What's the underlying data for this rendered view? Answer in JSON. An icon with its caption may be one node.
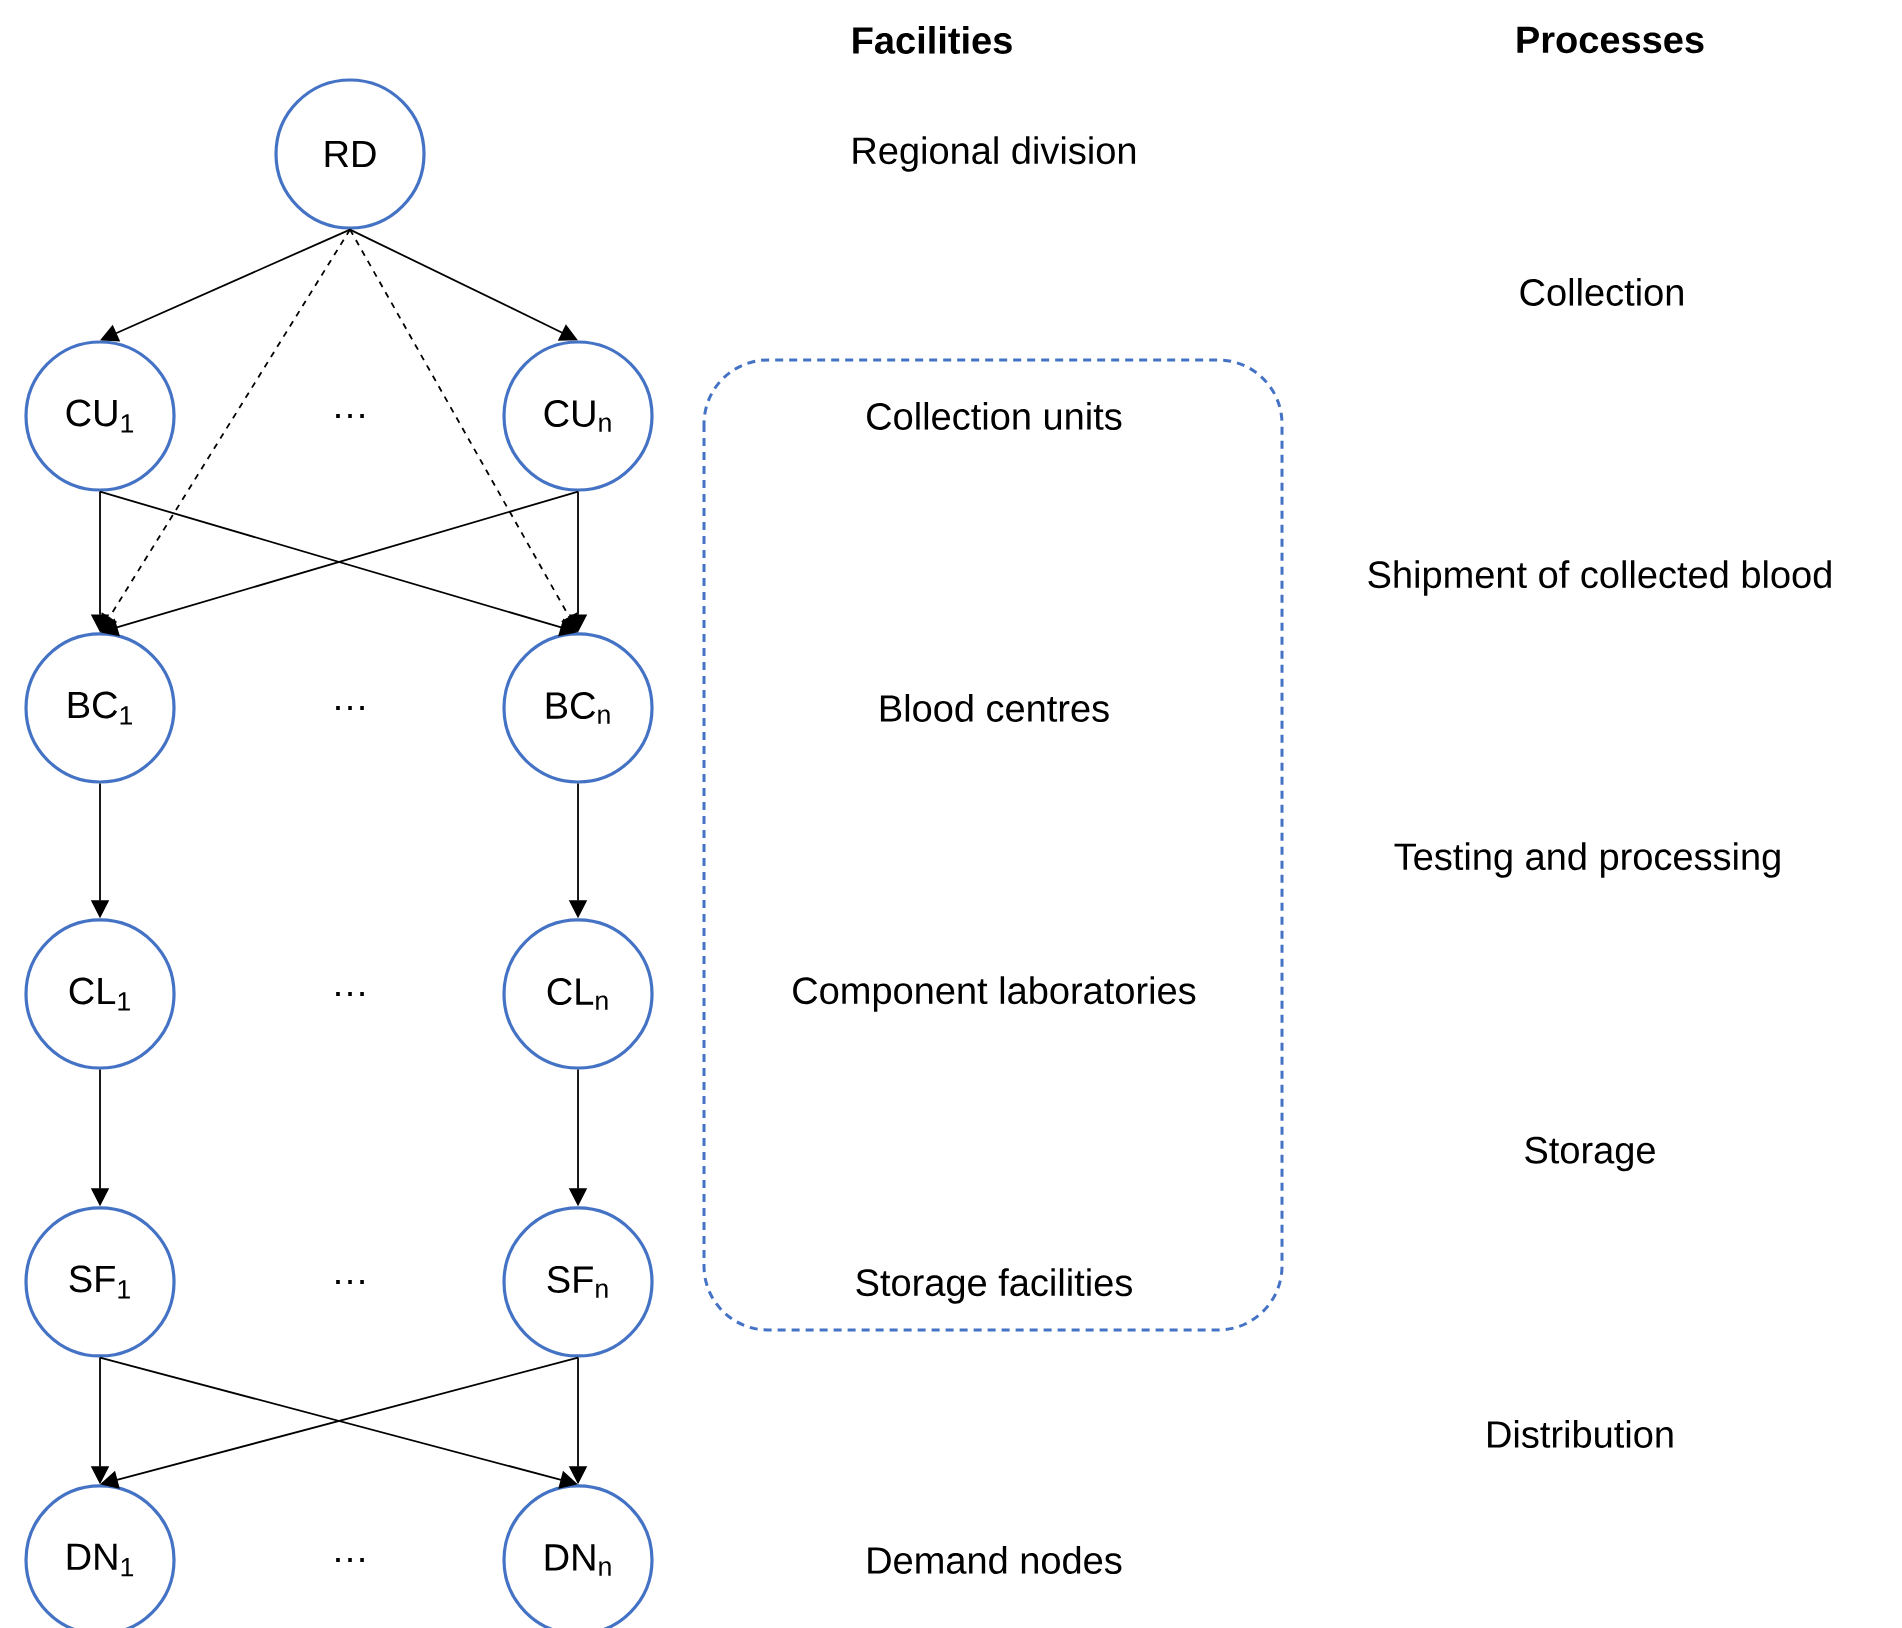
{
  "diagram": {
    "nodes": [
      {
        "text": [
          "RD"
        ]
      },
      {
        "text": [
          "CU$_{1}$"
        ]
      },
      {
        "text": [
          "CU$_{n}$"
        ]
      },
      {
        "text": [
          "BC$_{1}$"
        ]
      },
      {
        "text": [
          "BC$_{n}$"
        ]
      },
      {
        "text": [
          "CL$_{1}$"
        ]
      },
      {
        "text": [
          "CL$_{n}$"
        ]
      },
      {
        "text": [
          "SF$_{1}$"
        ]
      },
      {
        "text": [
          "SF$_{n}$"
        ]
      },
      {
        "text": [
          "DN$_{1}$"
        ]
      },
      {
        "text": [
          "DN$_{n}$"
        ]
      }
    ],
    "edges": [
      {
        "from": 0,
        "to": 1,
        "arrow": "to"
      },
      {
        "from": 0,
        "to": 2,
        "arrow": "to"
      },
      {
        "from": 0,
        "to": 3,
        "arrow": "to",
        "style": "dashed"
      },
      {
        "from": 0,
        "to": 4,
        "arrow": "to",
        "style": "dashed"
      },
      {
        "from": 1,
        "to": 3,
        "arrow": "to"
      },
      {
        "from": 1,
        "to": 4,
        "arrow": "to"
      },
      {
        "from": 2,
        "to": 3,
        "arrow": "to"
      },
      {
        "from": 2,
        "to": 4,
        "arrow": "to"
      },
      {
        "from": 3,
        "to": 5,
        "arrow": "to"
      },
      {
        "from": 4,
        "to": 6,
        "arrow": "to"
      },
      {
        "from": 5,
        "to": 7,
        "arrow": "to"
      },
      {
        "from": 6,
        "to": 8,
        "arrow": "to"
      },
      {
        "from": 7,
        "to": 9,
        "arrow": "to"
      },
      {
        "from": 7,
        "to": 10,
        "arrow": "to"
      },
      {
        "from": 8,
        "to": 9,
        "arrow": "to"
      },
      {
        "from": 8,
        "to": 10,
        "arrow": "to"
      }
    ],
    "labels": [
      "Facilities",
      "Processes",
      "Regional division",
      "Collection",
      "…",
      "Collection units",
      "Shipment of collected blood",
      "…",
      "Blood centres",
      "Testing and processing",
      "…",
      "Component laboratories",
      "Storage",
      "…",
      "Storage facilities",
      "Distribution",
      "…",
      "Demand nodes"
    ]
  }
}
